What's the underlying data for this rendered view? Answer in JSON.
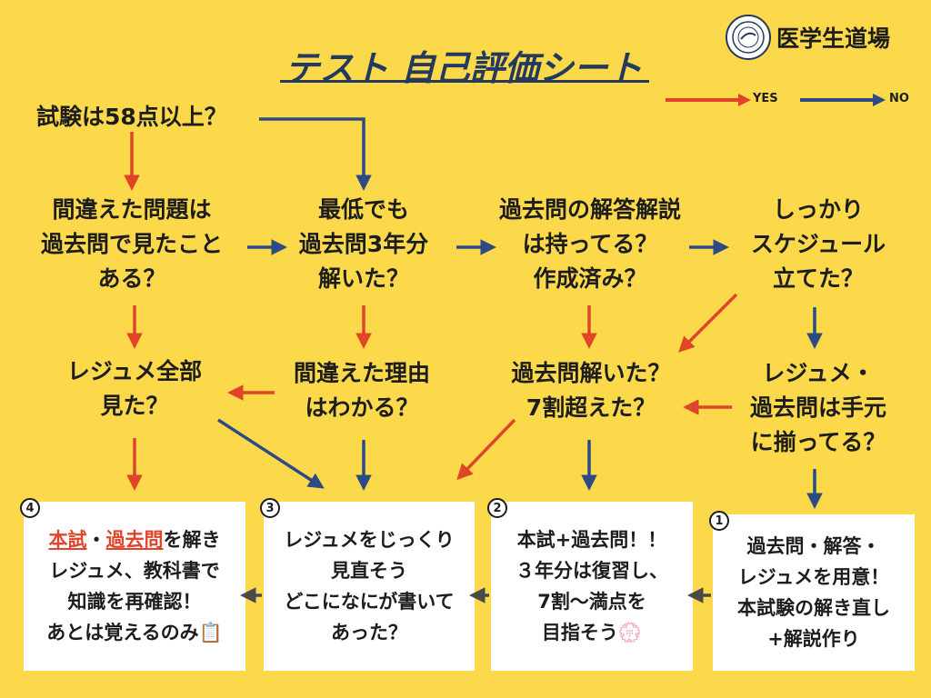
{
  "title": "テスト 自己評価シート",
  "brand": {
    "name": "医学生道場"
  },
  "legend": {
    "yes_label": "YES",
    "no_label": "NO",
    "yes_color": "#e0452a",
    "no_color": "#2c4a84"
  },
  "nodes": {
    "q_score": "試験は58点以上？",
    "q_mistakes_line1": "間違えた問題は",
    "q_mistakes_line2": "過去問で見たこと",
    "q_mistakes_line3": "ある？",
    "q_min3_line1": "最低でも",
    "q_min3_line2": "過去問3年分",
    "q_min3_line3": "解いた？",
    "q_answers_line1": "過去問の解答解説",
    "q_answers_line2": "は持ってる？",
    "q_answers_line3": "作成済み？",
    "q_schedule_line1": "しっかり",
    "q_schedule_line2": "スケジュール",
    "q_schedule_line3": "立てた？",
    "q_resume_line1": "レジュメ全部",
    "q_resume_line2": "見た？",
    "q_reason_line1": "間違えた理由",
    "q_reason_line2": "はわかる？",
    "q_solved_line1": "過去問解いた？",
    "q_solved_line2": "7割超えた？",
    "q_ready_line1": "レジュメ・",
    "q_ready_line2": "過去問は手元",
    "q_ready_line3": "に揃ってる？"
  },
  "boxes": [
    {
      "number": "④",
      "hl1": "本試",
      "sep": "・",
      "hl2": "過去問",
      "line1_rest": "を解き",
      "line2": "レジュメ、教科書で",
      "line3": "知識を再確認！",
      "line4": "あとは覚えるのみ📋"
    },
    {
      "number": "③",
      "line1": "レジュメをじっくり",
      "line2": "見直そう",
      "line3": "どこになにが書いて",
      "line4": "あった？"
    },
    {
      "number": "②",
      "line1": "本試+過去問！！",
      "line2": "３年分は復習し、",
      "line3": "7割〜満点を",
      "line4": "目指そう💮"
    },
    {
      "number": "①",
      "line1": "過去問・解答・",
      "line2": "レジュメを用意！",
      "line3": "本試験の解き直し",
      "line4": "+解説作り"
    }
  ]
}
